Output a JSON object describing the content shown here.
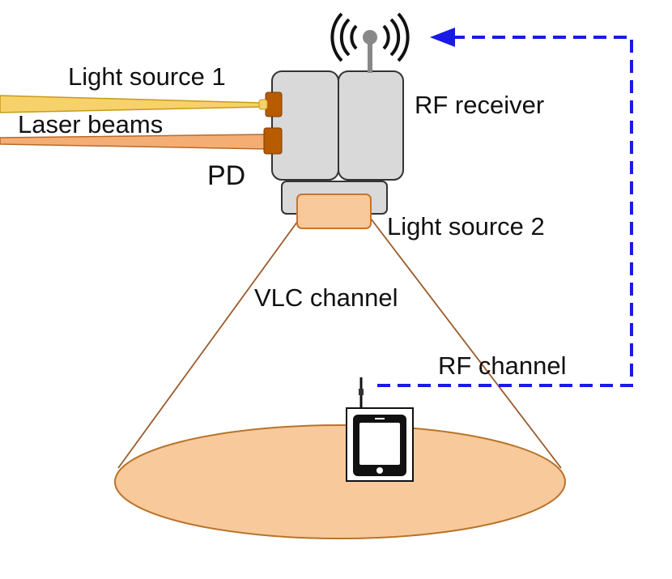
{
  "labels": {
    "light_source_1": "Light source 1",
    "laser_beams": "Laser beams",
    "pd": "PD",
    "rf_receiver": "RF receiver",
    "light_source_2": "Light source 2",
    "vlc_channel": "VLC channel",
    "rf_channel": "RF channel"
  },
  "colors": {
    "device_body": "#d9d9d9",
    "device_stroke": "#333333",
    "connector": "#b85c00",
    "light_source_2_fill": "#f8c99a",
    "light_source_2_stroke": "#c8742a",
    "coverage_fill": "#f8c99a",
    "coverage_stroke": "#b8742a",
    "beam_yellow": "#f7d26a",
    "beam_yellow_stroke": "#c89a1a",
    "beam_orange": "#f4ae74",
    "beam_orange_stroke": "#b86a2a",
    "rf_link": "#1a1ae6",
    "antenna": "#888888"
  },
  "icons": {
    "antenna": "wifi-antenna-icon",
    "phone": "smartphone-icon"
  }
}
